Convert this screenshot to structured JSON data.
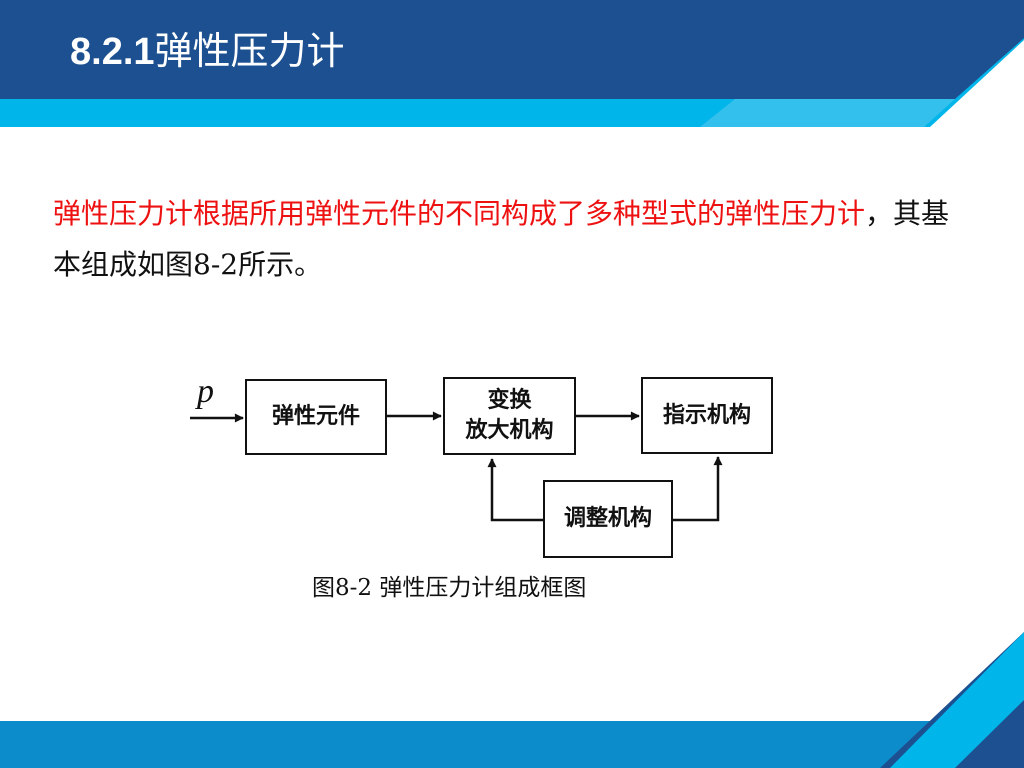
{
  "slide": {
    "title_number": "8.2.1",
    "title_text": "弹性压力计",
    "body_red": "弹性压力计根据所用弹性元件的不同构成了多种型式的弹性压力计",
    "body_black": "，其基本组成如图8-2所示。"
  },
  "diagram": {
    "input_label": "p",
    "elastic_element": "弹性元件",
    "amplifier_line1": "变换",
    "amplifier_line2": "放大机构",
    "indicator": "指示机构",
    "adjuster": "调整机构",
    "caption": "图8-2 弹性压力计组成框图"
  },
  "colors": {
    "header_dark_blue": "#1d5090",
    "header_cyan": "#00b5ea",
    "footer_blue": "#0d8ccb",
    "accent_red": "#ee1111"
  }
}
